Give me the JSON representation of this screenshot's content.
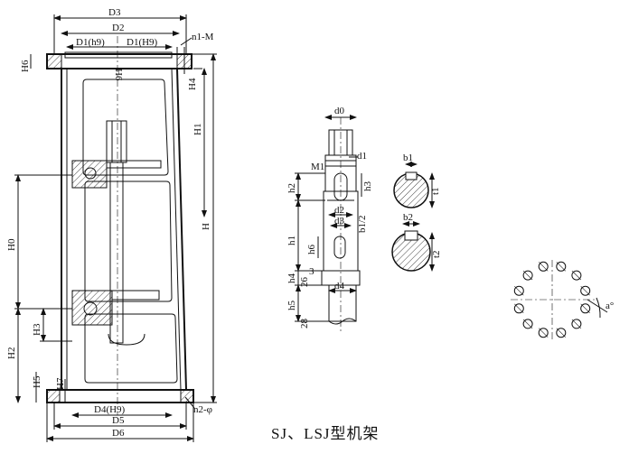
{
  "frame_labels": {
    "D3": "D3",
    "D2": "D2",
    "D1h9": "D1(h9)",
    "D1H9": "D1(H9)",
    "n1M": "n1-M",
    "H6_left": "H6",
    "H6_center": "H6",
    "H4": "H4",
    "H1": "H1",
    "H": "H",
    "H0": "H0",
    "H3": "H3",
    "H2": "H2",
    "H5": "H5",
    "H7": "H7",
    "D4H9": "D4(H9)",
    "n2phi": "n2-φ",
    "D5": "D5",
    "D6": "D6"
  },
  "shaft_labels": {
    "d0": "d0",
    "d1": "d1",
    "M1": "M1",
    "h2": "h2",
    "h3": "h3",
    "d2": "d2",
    "d3": "d3",
    "b1_2": "b1/2",
    "h1": "h1",
    "h6": "h6",
    "h4": "h4",
    "n26": "26",
    "n3": "3",
    "d4": "d4",
    "h5": "h5",
    "n28": "28"
  },
  "key_labels": {
    "b1": "b1",
    "t1": "t1",
    "b2": "b2",
    "t2": "t2"
  },
  "bolt_circle": {
    "angle_label": "a°"
  },
  "caption": "SJ、LSJ型机架"
}
